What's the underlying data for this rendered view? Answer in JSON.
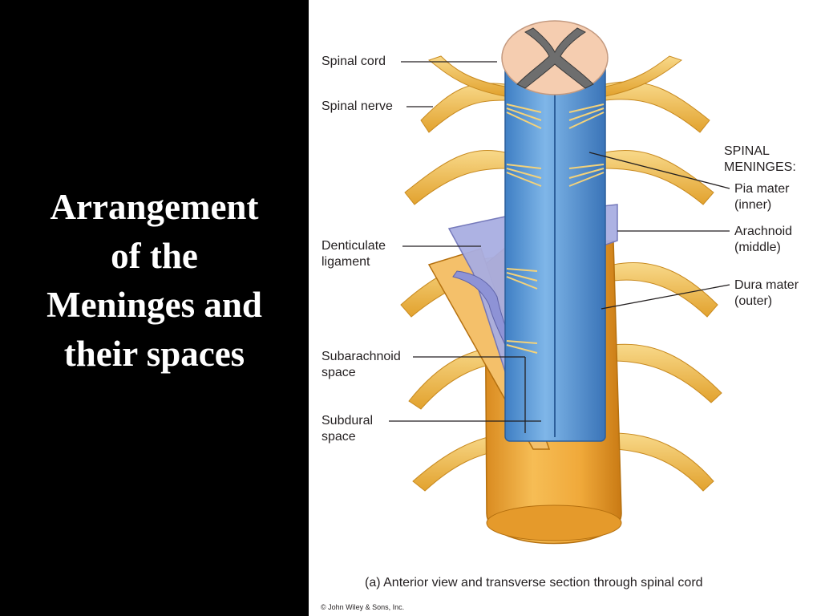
{
  "slide": {
    "title_lines": [
      "Arrangement",
      "of the",
      "Meninges and",
      "their spaces"
    ]
  },
  "figure": {
    "labels": {
      "spinal_cord": "Spinal cord",
      "spinal_nerve": "Spinal nerve",
      "denticulate_ligament": [
        "Denticulate",
        "ligament"
      ],
      "subarachnoid_space": [
        "Subarachnoid",
        "space"
      ],
      "subdural_space": [
        "Subdural",
        "space"
      ],
      "spinal_meninges": [
        "SPINAL",
        "MENINGES:"
      ],
      "pia_mater": [
        "Pia mater",
        "(inner)"
      ],
      "arachnoid": [
        "Arachnoid",
        "(middle)"
      ],
      "dura_mater": [
        "Dura mater",
        "(outer)"
      ]
    },
    "caption": "(a) Anterior view and transverse section through spinal cord",
    "copyright": "© John Wiley & Sons, Inc."
  },
  "colors": {
    "background": "#000000",
    "title_text": "#ffffff",
    "figure_background": "#ffffff",
    "pia_blue": "#5a9bd8",
    "arachnoid_lavender": "#9a9fd8",
    "dura_orange": "#f0a93a",
    "nerve_yellow": "#f2c050",
    "cross_section_pink": "#f5cdb0",
    "gray_matter": "#6e6e6e"
  }
}
